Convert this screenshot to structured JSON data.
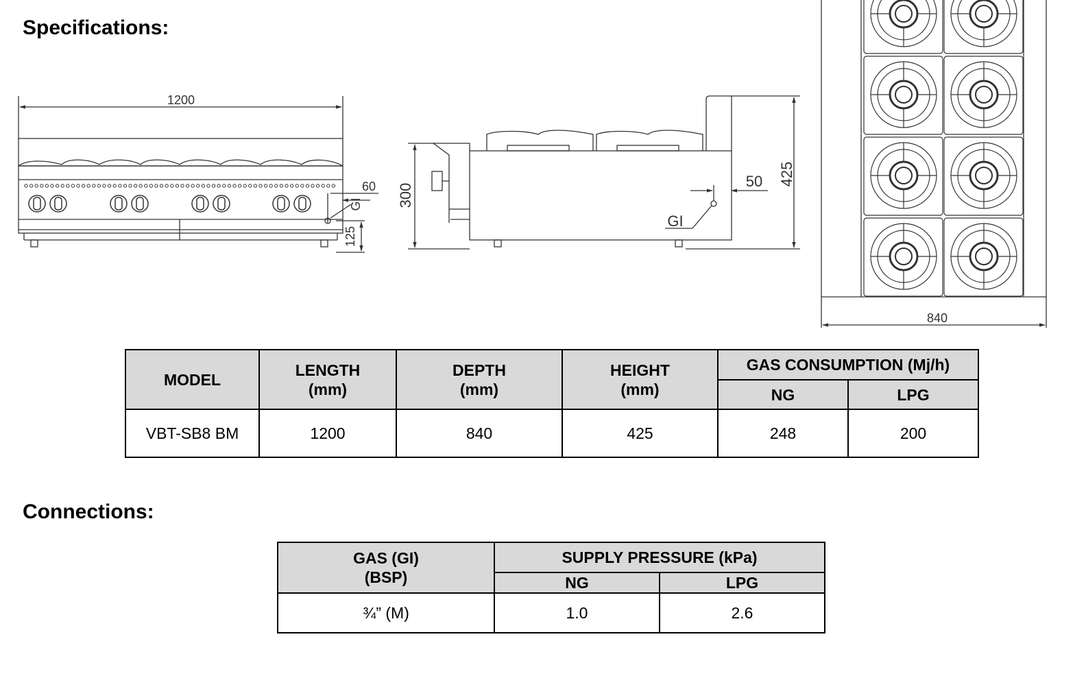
{
  "sections": {
    "specifications": "Specifications:",
    "connections": "Connections:"
  },
  "drawings": {
    "front": {
      "width": "1200",
      "gi_offset": "60",
      "gi_label": "GI",
      "gi_height": "125"
    },
    "side": {
      "depth": "300",
      "height": "425",
      "gi_offset": "50",
      "gi_label": "GI"
    },
    "top": {
      "depth": "840"
    }
  },
  "specs_table": {
    "headers": {
      "model": "MODEL",
      "length": "LENGTH",
      "length_unit": "(mm)",
      "depth": "DEPTH",
      "depth_unit": "(mm)",
      "height": "HEIGHT",
      "height_unit": "(mm)",
      "gas": "GAS CONSUMPTION (Mj/h)",
      "ng": "NG",
      "lpg": "LPG"
    },
    "rows": [
      {
        "model": "VBT-SB8 BM",
        "length": "1200",
        "depth": "840",
        "height": "425",
        "ng": "248",
        "lpg": "200"
      }
    ]
  },
  "connections_table": {
    "headers": {
      "gas": "GAS (GI)",
      "gas_unit": "(BSP)",
      "pressure": "SUPPLY PRESSURE (kPa)",
      "ng": "NG",
      "lpg": "LPG"
    },
    "rows": [
      {
        "gas": "¾” (M)",
        "ng": "1.0",
        "lpg": "2.6"
      }
    ]
  }
}
